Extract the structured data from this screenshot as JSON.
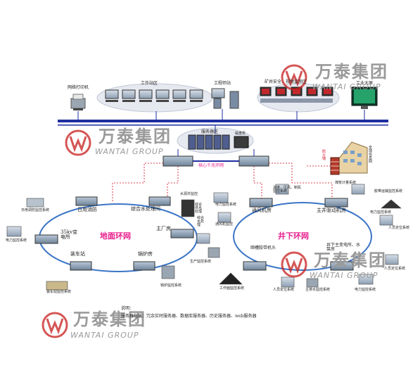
{
  "brand": {
    "name_cn": "万泰集团",
    "name_en": "WANTAI GROUP",
    "mark": "®",
    "primary_color": "#c81e1e",
    "secondary_color": "#9a9a9a"
  },
  "colors": {
    "trunk": "#1e2ea0",
    "ring": "#3a74c6",
    "link": "#d0021b",
    "ring_label": "#e81d8c"
  },
  "top_row": {
    "printer": "网络打印机",
    "workstations": "工作站区",
    "eng_station": "工程师站",
    "safety_zone": "矿井安全、视频监测区",
    "big_screen": "工业大屏"
  },
  "server_area": {
    "servers": "服务器区",
    "storage": "磁盘柜",
    "core_switch": "核心千兆环网"
  },
  "building": {
    "doc_center": "全 球 信 息 网",
    "fire_wall": "防火墙"
  },
  "ground_ring": {
    "name": "地面环网",
    "fire": "日用消防",
    "fire_monitor": "日用调防监控系统",
    "water_plant": "综合水处理间",
    "water_plant_sub": "水源井监控",
    "plant_substation": "主厂房",
    "substation_35kv": "35kv变电所",
    "power_monitor_left": "电力监控系统",
    "loading": "装车站",
    "loading_monitor": "装车站监控系统",
    "boiler": "锅炉房",
    "boiler_monitor": "锅炉监控系统",
    "prod_monitor": "生产监控系统",
    "power_monitor_mid": "电力监控系统",
    "water_sub_1": "综合供水处理",
    "water_sub_2": "综合水处理",
    "vent_monitor": "通风机监控"
  },
  "underground_ring": {
    "name": "井下环网",
    "ventilation": "通风机房",
    "main_pump": "主井驱动机房",
    "sensors": "温度、压风、制氮监控系统",
    "conveyor_monitor": "胶带运输监控系统",
    "belt_scale": "煤炭计量系统",
    "power_monitor": "电力监控系统",
    "personnel": "人员定位系统",
    "substation": "井下主变电所、水泵房",
    "coal_face": "顺槽胶带机头",
    "face_monitor": "工作面监控系统",
    "positioning": "人员定位系统",
    "main_drain": "主排水监控系统",
    "power_monitor_2": "电力监控系统",
    "personnel_2": "人员定位系统"
  },
  "legend": {
    "title": "说明：",
    "note": "服务器包括：冗余实时服务器、数据库服务器、历史服务器、web服务器"
  }
}
